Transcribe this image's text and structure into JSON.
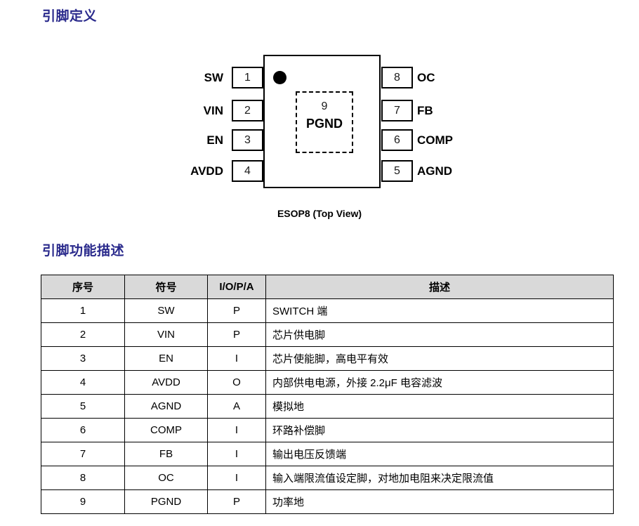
{
  "sections": {
    "pin_definition_heading": "引脚定义",
    "pin_function_heading": "引脚功能描述"
  },
  "diagram": {
    "caption": "ESOP8 (Top View)",
    "package": "ESOP8",
    "view": "Top View",
    "orientation_dot": "pin1-marker-dot",
    "thermal_pad": {
      "number": "9",
      "name": "PGND"
    },
    "left_pins": [
      {
        "number": "1",
        "label": "SW"
      },
      {
        "number": "2",
        "label": "VIN"
      },
      {
        "number": "3",
        "label": "EN"
      },
      {
        "number": "4",
        "label": "AVDD"
      }
    ],
    "right_pins": [
      {
        "number": "8",
        "label": "OC"
      },
      {
        "number": "7",
        "label": "FB"
      },
      {
        "number": "6",
        "label": "COMP"
      },
      {
        "number": "5",
        "label": "AGND"
      }
    ]
  },
  "table": {
    "headers": [
      "序号",
      "符号",
      "I/O/P/A",
      "描述"
    ],
    "rows": [
      {
        "num": "1",
        "symbol": "SW",
        "io": "P",
        "desc": "SWITCH 端"
      },
      {
        "num": "2",
        "symbol": "VIN",
        "io": "P",
        "desc": "芯片供电脚"
      },
      {
        "num": "3",
        "symbol": "EN",
        "io": "I",
        "desc": "芯片使能脚，高电平有效"
      },
      {
        "num": "4",
        "symbol": "AVDD",
        "io": "O",
        "desc": "内部供电电源，外接 2.2μF 电容滤波"
      },
      {
        "num": "5",
        "symbol": "AGND",
        "io": "A",
        "desc": "模拟地"
      },
      {
        "num": "6",
        "symbol": "COMP",
        "io": "I",
        "desc": "环路补偿脚"
      },
      {
        "num": "7",
        "symbol": "FB",
        "io": "I",
        "desc": "输出电压反馈端"
      },
      {
        "num": "8",
        "symbol": "OC",
        "io": "I",
        "desc": "输入端限流值设定脚，对地加电阻来决定限流值"
      },
      {
        "num": "9",
        "symbol": "PGND",
        "io": "P",
        "desc": "功率地"
      }
    ]
  },
  "colors": {
    "heading": "#2a2a8c",
    "table_header_bg": "#d9d9d9",
    "border": "#000000",
    "text": "#000000"
  }
}
